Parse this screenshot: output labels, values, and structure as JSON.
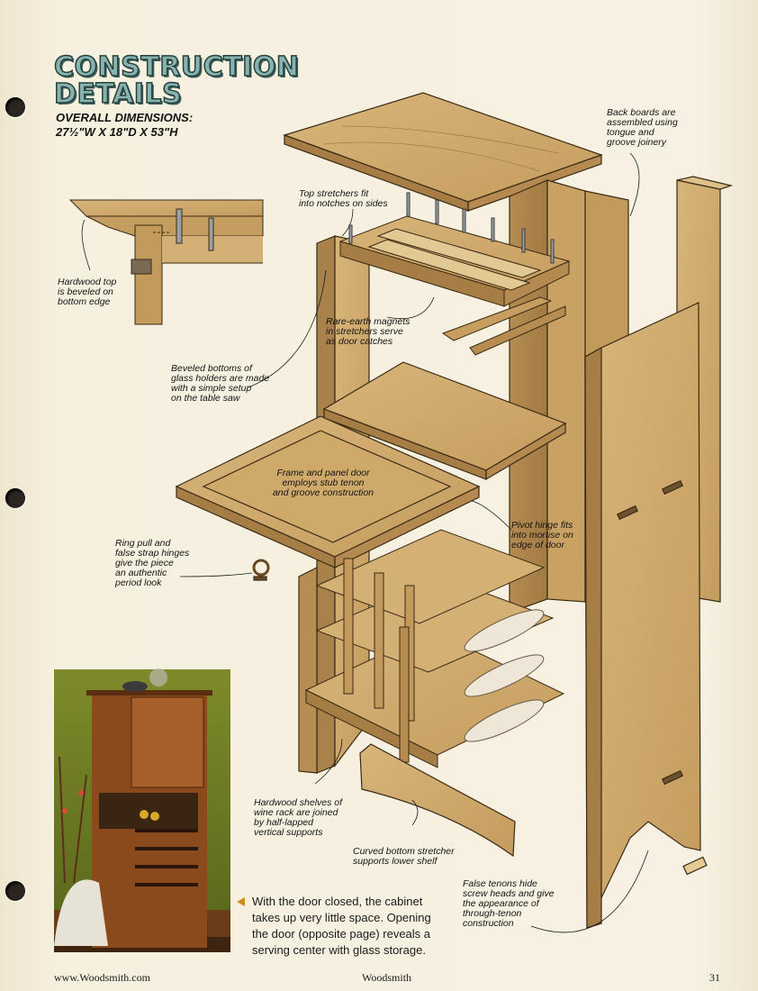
{
  "heading": {
    "line1": "CONSTRUCTION",
    "line2": "DETAILS"
  },
  "dimensions": {
    "label": "OVERALL DIMENSIONS:",
    "value": "27½\"W X 18\"D X 53\"H"
  },
  "callouts": {
    "back_boards": [
      "Back boards are",
      "assembled using",
      "tongue and",
      "groove joinery"
    ],
    "top_stretchers": [
      "Top stretchers fit",
      "into notches on sides"
    ],
    "hardwood_top": [
      "Hardwood top",
      "is beveled on",
      "bottom edge"
    ],
    "magnets": [
      "Rare-earth magnets",
      "in stretchers serve",
      "as door catches"
    ],
    "glass_holders": [
      "Beveled bottoms of",
      "glass holders are made",
      "with a simple setup",
      "on the table saw"
    ],
    "door": [
      "Frame and panel door",
      "employs stub tenon",
      "and groove construction"
    ],
    "pivot_hinge": [
      "Pivot hinge fits",
      "into mortise on",
      "edge of door"
    ],
    "ring_pull": [
      "Ring pull and",
      "false strap hinges",
      "give the piece",
      "an authentic",
      "period look"
    ],
    "wine_shelves": [
      "Hardwood shelves of",
      "wine rack are joined",
      "by half-lapped",
      "vertical supports"
    ],
    "bottom_stretcher": [
      "Curved bottom stretcher",
      "supports lower shelf"
    ],
    "false_tenons": [
      "False tenons hide",
      "screw heads and give",
      "the appearance of",
      "through-tenon",
      "construction"
    ]
  },
  "caption": [
    "With the door closed, the cabinet",
    "takes up very little space. Opening",
    "the door (opposite page) reveals a",
    "serving center with glass storage."
  ],
  "footer": {
    "url": "www.Woodsmith.com",
    "brand": "Woodsmith",
    "page": "31"
  },
  "colors": {
    "wood": "#cfa96a",
    "wood_dark": "#a57d45",
    "heading_fill": "#88b2ae",
    "bullet": "#c8901a"
  }
}
